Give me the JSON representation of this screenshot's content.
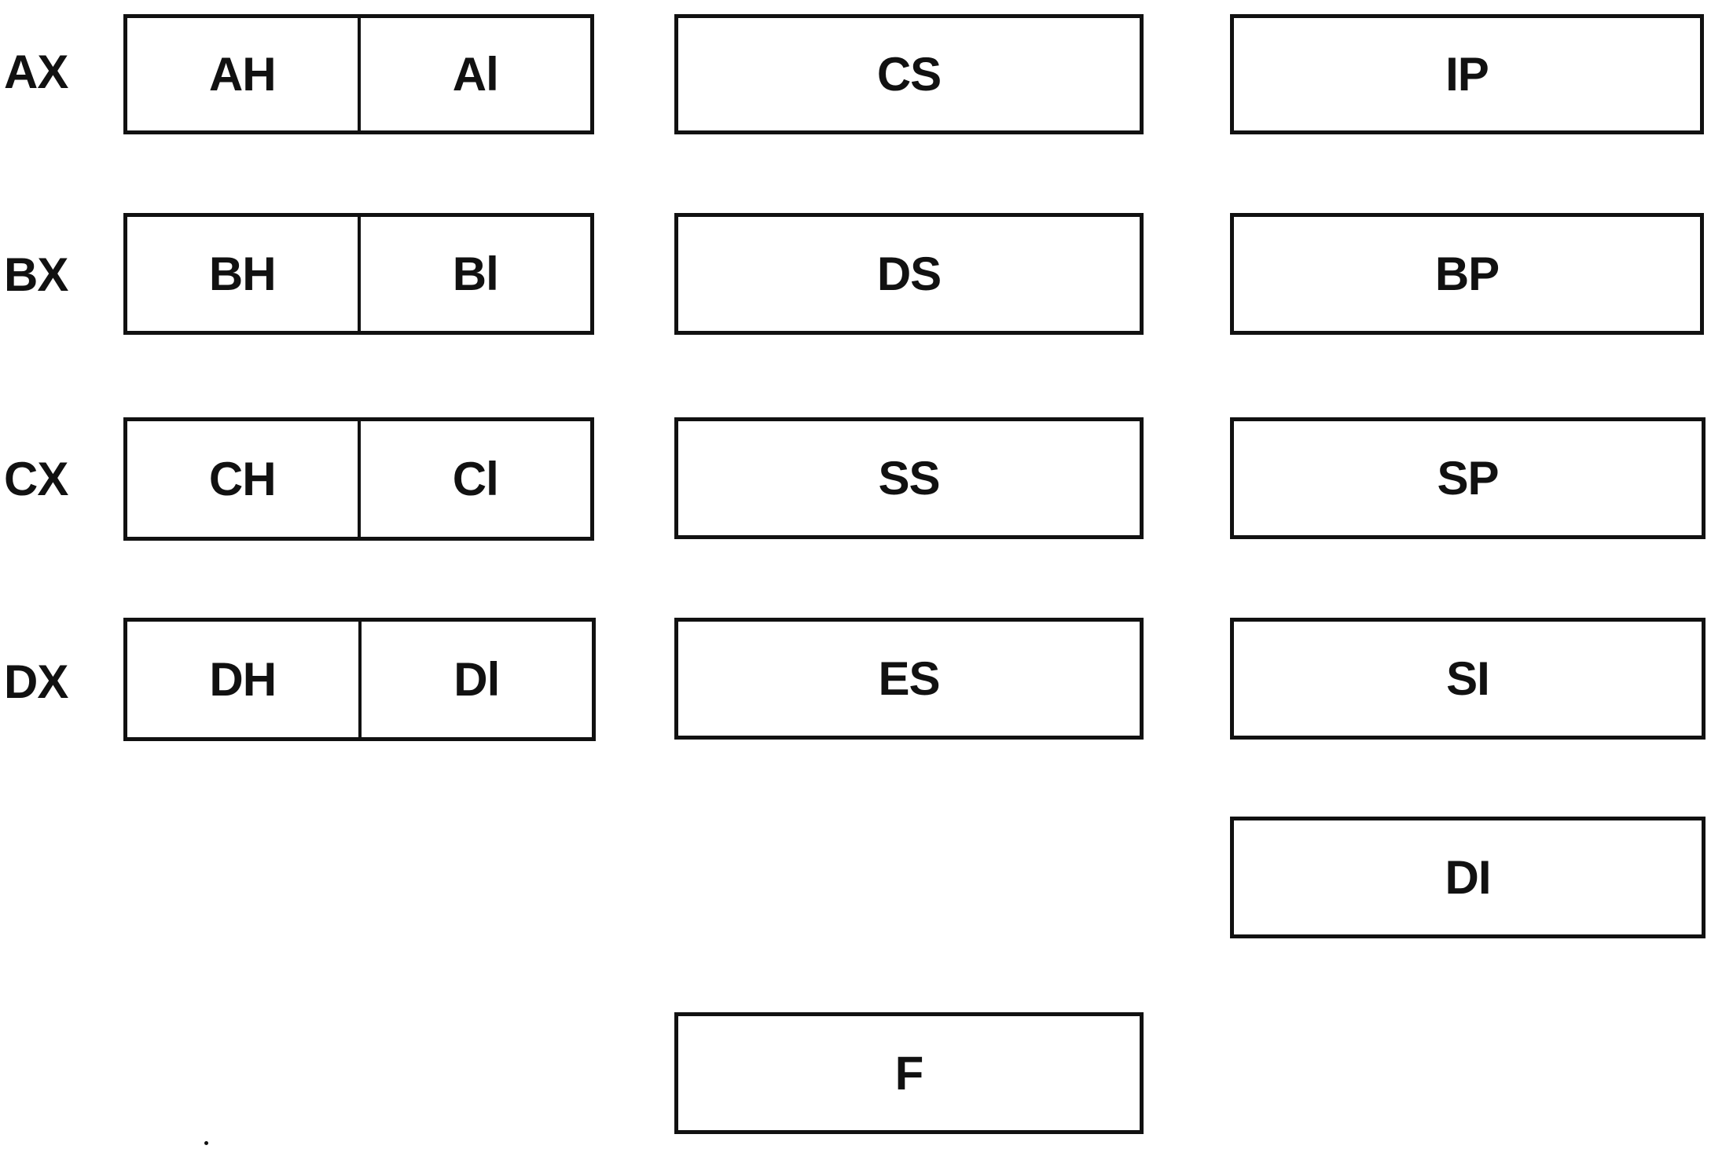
{
  "general_registers": [
    {
      "name": "AX",
      "high": "AH",
      "low": "Al"
    },
    {
      "name": "BX",
      "high": "BH",
      "low": "Bl"
    },
    {
      "name": "CX",
      "high": "CH",
      "low": "Cl"
    },
    {
      "name": "DX",
      "high": "DH",
      "low": "Dl"
    }
  ],
  "segment_registers": [
    "CS",
    "DS",
    "SS",
    "ES"
  ],
  "pointer_index_registers": [
    "IP",
    "BP",
    "SP",
    "SI",
    "DI"
  ],
  "flags_register": "F"
}
